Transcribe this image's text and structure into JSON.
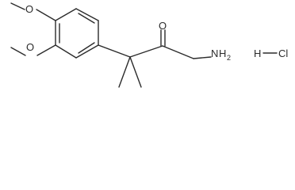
{
  "structure": {
    "atoms": {
      "methoxy_o_top": "O",
      "methoxy_o_left": "O",
      "carbonyl_o": "O",
      "amine_n": "N",
      "amine_h": "H",
      "amine_h_count": "2",
      "hcl_h": "H",
      "hcl_cl": "Cl"
    }
  }
}
